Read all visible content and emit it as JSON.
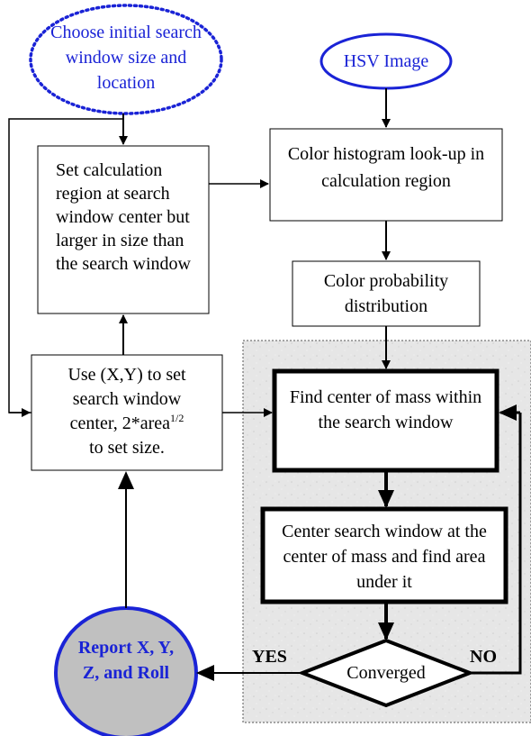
{
  "nodes": {
    "choose_initial": "Choose initial search window size and location",
    "hsv_image": "HSV Image",
    "set_calc_region": "Set calculation region at search window center but larger in size than the search window",
    "histogram_lookup": "Color histogram look-up in calculation region",
    "probability_distribution": "Color probability distribution",
    "use_xy": {
      "line1": "Use (X,Y) to set",
      "line2": "search window",
      "line3_pre": "center, 2*area",
      "line3_sup": "1/2",
      "line4": "to set size."
    },
    "find_center": "Find center of mass within the search window",
    "center_window": "Center search window at the center of mass and find area under it",
    "converged": "Converged",
    "report": "Report X, Y, Z, and Roll"
  },
  "labels": {
    "yes": "YES",
    "no": "NO"
  },
  "colors": {
    "accent_blue": "#1a23d6",
    "report_fill": "#c0c0c0",
    "panel_fill": "#e4e4e4"
  }
}
